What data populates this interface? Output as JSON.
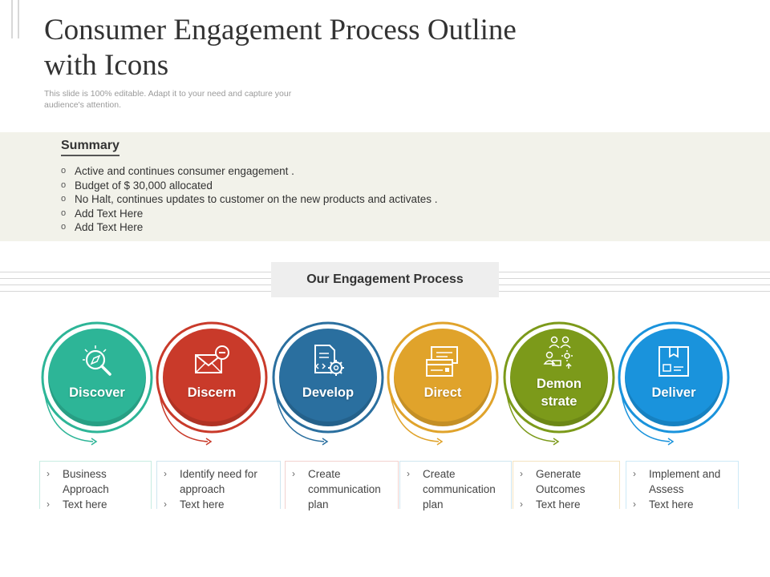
{
  "header": {
    "title": "Consumer Engagement Process Outline with Icons",
    "subtitle": "This slide is 100% editable. Adapt it to your need and capture your audience's attention."
  },
  "summary": {
    "heading": "Summary",
    "items": [
      "Active and continues consumer engagement .",
      "Budget of $ 30,000 allocated",
      "No Halt, continues updates to customer on the new products and activates .",
      "Add Text Here",
      "Add Text Here"
    ]
  },
  "process": {
    "title": "Our Engagement Process",
    "steps": [
      {
        "label": "Discover",
        "icon": "magnifier-icon",
        "color": "#2db597",
        "items": [
          "Business Approach",
          "Text here"
        ]
      },
      {
        "label": "Discern",
        "icon": "envelope-minus-icon",
        "color": "#c93a2a",
        "items": [
          "Identify need for approach",
          "Text here"
        ]
      },
      {
        "label": "Develop",
        "icon": "document-gear-icon",
        "color": "#2a6f9f",
        "items": [
          "Create communication plan"
        ]
      },
      {
        "label": "Direct",
        "icon": "cards-icon",
        "color": "#e0a32b",
        "items": [
          "Create communication plan"
        ]
      },
      {
        "label": "Demon strate",
        "icon": "people-presentation-icon",
        "color": "#7c9a1a",
        "items": [
          "Generate Outcomes",
          "Text here"
        ]
      },
      {
        "label": "Deliver",
        "icon": "box-icon",
        "color": "#1a93dc",
        "items": [
          "Implement and Assess",
          "Text here"
        ]
      }
    ]
  }
}
